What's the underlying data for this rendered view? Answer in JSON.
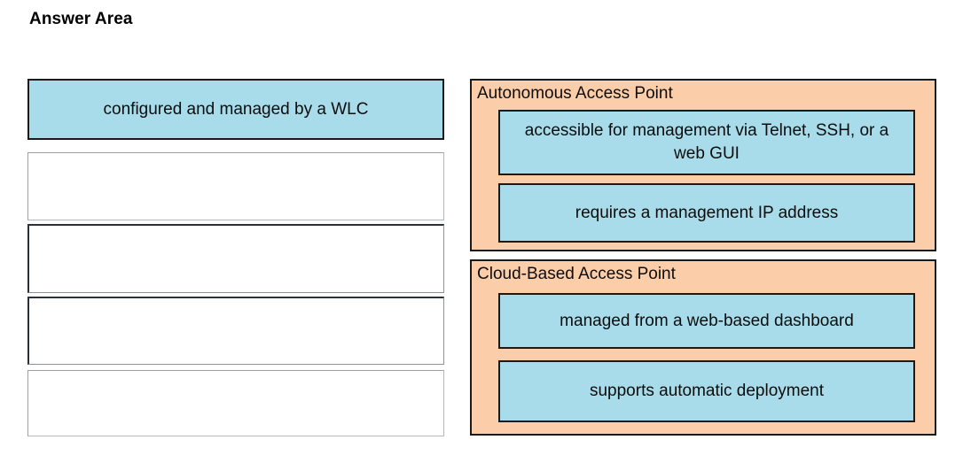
{
  "page": {
    "title": "Answer Area",
    "colors": {
      "tile_fill": "#a8dcea",
      "group_fill": "#fbcda8",
      "border": "#1a1a1a",
      "page_background": "#ffffff",
      "text": "#0d0d0d"
    }
  },
  "answer_area": {
    "slots": [
      {
        "label": "configured and managed by a WLC",
        "filled": true
      },
      {
        "label": "",
        "filled": false
      },
      {
        "label": "",
        "filled": false
      },
      {
        "label": "",
        "filled": false
      },
      {
        "label": "",
        "filled": false
      }
    ]
  },
  "categories": [
    {
      "title": "Autonomous Access Point",
      "items": [
        "accessible for management via Telnet, SSH, or a web GUI",
        "requires a management IP address"
      ]
    },
    {
      "title": "Cloud-Based Access Point",
      "items": [
        "managed from a web-based dashboard",
        "supports automatic deployment"
      ]
    }
  ]
}
